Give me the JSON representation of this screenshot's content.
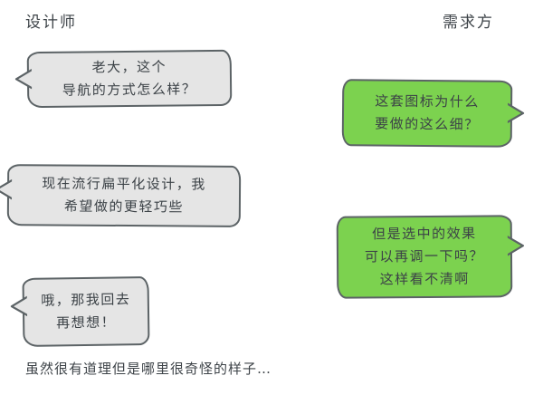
{
  "header": {
    "designer": "设计师",
    "client": "需求方"
  },
  "conversation": [
    {
      "speaker": "designer",
      "text": "老大，这个\n导航的方式怎么样？"
    },
    {
      "speaker": "client",
      "text": "这套图标为什么\n要做的这么细？"
    },
    {
      "speaker": "designer",
      "text": "现在流行扁平化设计，我\n希望做的更轻巧些"
    },
    {
      "speaker": "client",
      "text": "但是选中的效果\n可以再调一下吗？\n这样看不清啊"
    },
    {
      "speaker": "designer",
      "text": "哦，那我回去\n再想想！"
    }
  ],
  "footer": {
    "caption": "虽然很有道理但是哪里很奇怪的样子…"
  },
  "colors": {
    "designer_bubble": "#e5e5e5",
    "client_bubble": "#7cd24f",
    "outline": "#5c6366",
    "text": "#3c4247"
  }
}
